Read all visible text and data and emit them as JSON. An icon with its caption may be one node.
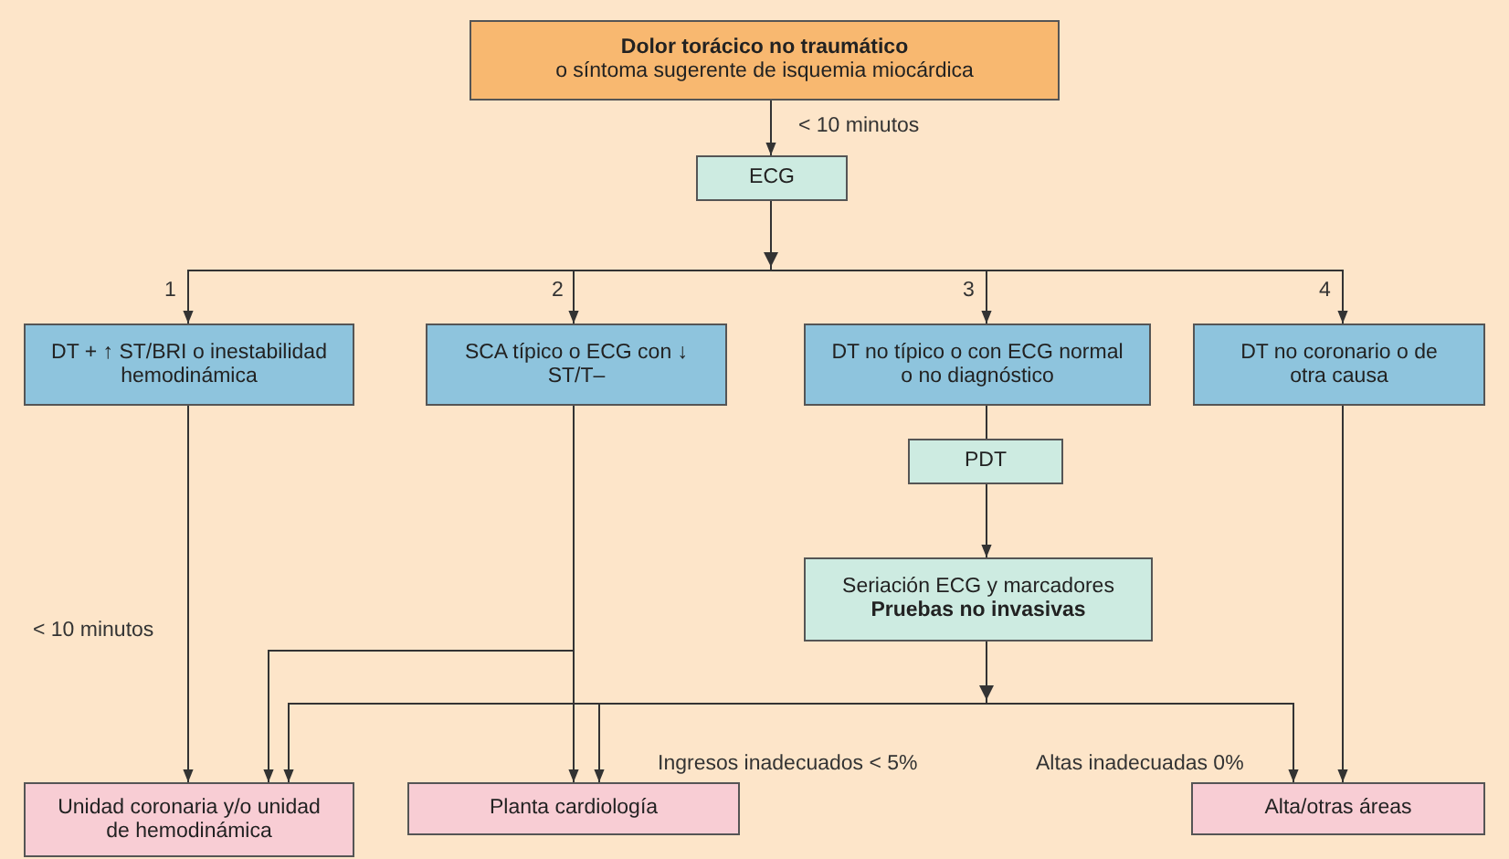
{
  "diagram": {
    "nodes": [
      {
        "text": [
          "Dolor torácico no traumático",
          "o síntoma sugerente de isquemia miocárdica"
        ]
      },
      {
        "text": [
          "ECG"
        ]
      },
      {
        "text": [
          "DT + ↑ ST/BRI o inestabilidad hemodinámica"
        ]
      },
      {
        "text": [
          "SCA típico o ECG con ↓ ST/T–"
        ]
      },
      {
        "text": [
          "DT no típico o con ECG normal o no diagnóstico"
        ]
      },
      {
        "text": [
          "DT no coronario o de otra causa"
        ]
      },
      {
        "text": [
          "PDT"
        ]
      },
      {
        "text": [
          "Seriación ECG y marcadores",
          "Pruebas no invasivas"
        ]
      },
      {
        "text": [
          "Unidad coronaria y/o unidad de hemodinámica"
        ]
      },
      {
        "text": [
          "Planta cardiología"
        ]
      },
      {
        "text": [
          "Alta/otras áreas"
        ]
      }
    ],
    "edges": [
      {
        "from": 0,
        "to": 1,
        "arrow": "to",
        "label": "< 10 minutos"
      },
      {
        "from": 1,
        "to": 2,
        "arrow": "to",
        "label": "1"
      },
      {
        "from": 1,
        "to": 3,
        "arrow": "to",
        "label": "2"
      },
      {
        "from": 1,
        "to": 4,
        "arrow": "to",
        "label": "3"
      },
      {
        "from": 1,
        "to": 5,
        "arrow": "to",
        "label": "4"
      },
      {
        "from": 2,
        "to": 8,
        "arrow": "to",
        "label": "< 10 minutos"
      },
      {
        "from": 3,
        "to": 8,
        "arrow": "to"
      },
      {
        "from": 3,
        "to": 9,
        "arrow": "to"
      },
      {
        "from": 4,
        "to": 6,
        "arrow": "none"
      },
      {
        "from": 6,
        "to": 7,
        "arrow": "to"
      },
      {
        "from": 7,
        "to": 8,
        "arrow": "to"
      },
      {
        "from": 7,
        "to": 9,
        "arrow": "to"
      },
      {
        "from": 7,
        "to": 10,
        "arrow": "to"
      },
      {
        "from": 5,
        "to": 10,
        "arrow": "to"
      }
    ],
    "labels": [
      "Ingresos inadecuados < 5%",
      "Altas inadecuadas 0%"
    ]
  }
}
